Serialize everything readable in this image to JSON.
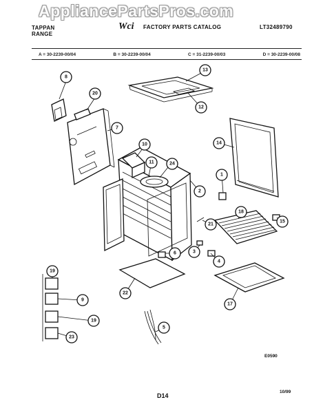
{
  "watermark": "AppliancePartsPros.com",
  "header": {
    "brand_line1": "TAPPAN",
    "brand_line2": "RANGE",
    "catalog_title": "FACTORY PARTS CATALOG",
    "catalog_number": "LT32489790"
  },
  "models": [
    "A = 30-2239-00/04",
    "B = 30-2239-00/04",
    "C = 31-2239-00/03",
    "D = 30-2239-00/08"
  ],
  "callouts": [
    "8",
    "20",
    "7",
    "13",
    "12",
    "10",
    "11",
    "24",
    "14",
    "1",
    "2",
    "18",
    "15",
    "21",
    "6",
    "3",
    "4",
    "22",
    "17",
    "19",
    "9",
    "5",
    "23"
  ],
  "footer": {
    "diagram_code": "E0590",
    "page_label": "D14",
    "date_code": "10/99"
  }
}
